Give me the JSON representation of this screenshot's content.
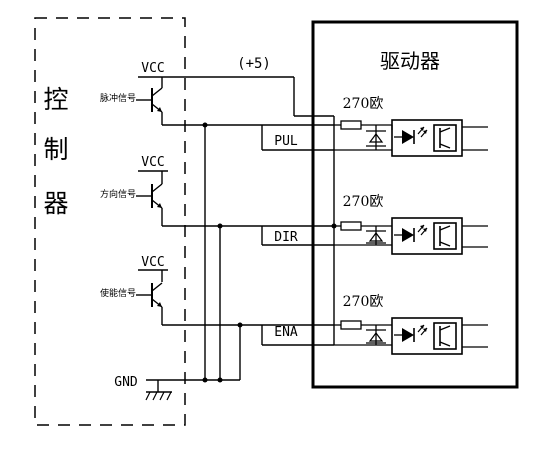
{
  "controller": {
    "title_chars": [
      "控",
      "制",
      "器"
    ]
  },
  "driver": {
    "title": "驱动器",
    "resistor_labels": [
      "270欧",
      "270欧",
      "270欧"
    ]
  },
  "supply": {
    "plus5": "(+5)",
    "vcc_labels": [
      "VCC",
      "VCC",
      "VCC"
    ],
    "gnd": "GND"
  },
  "signals": {
    "transistor_labels": [
      "脉冲信号",
      "方向信号",
      "使能信号"
    ],
    "lines": [
      "PUL",
      "DIR",
      "ENA"
    ]
  }
}
